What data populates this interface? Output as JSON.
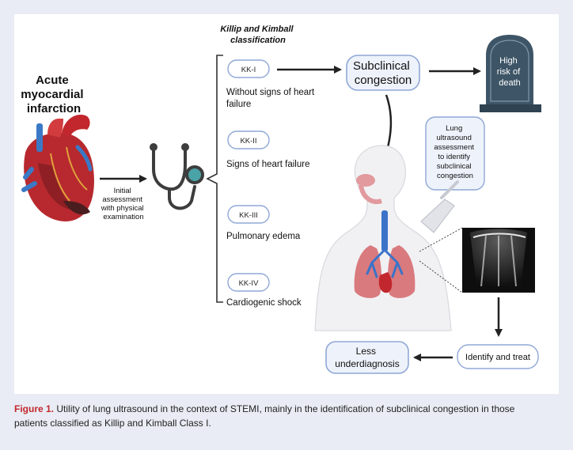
{
  "figure": {
    "heading": [
      "Acute",
      "myocardial",
      "infarction"
    ],
    "assessment_label": [
      "Initial",
      "assessment",
      "with physical",
      "examination"
    ],
    "classification_title": [
      "Killip and Kimball",
      "classification"
    ],
    "classes": [
      {
        "badge": "KK-I",
        "desc": [
          "Without signs of heart",
          "failure"
        ]
      },
      {
        "badge": "KK-II",
        "desc": [
          "Signs of heart failure"
        ]
      },
      {
        "badge": "KK-III",
        "desc": [
          "Pulmonary edema"
        ]
      },
      {
        "badge": "KK-IV",
        "desc": [
          "Cardiogenic shock"
        ]
      }
    ],
    "subclinical": [
      "Subclinical",
      "congestion"
    ],
    "tombstone": [
      "High",
      "risk of",
      "death"
    ],
    "lus_note": [
      "Lung",
      "ultrasound",
      "assessment",
      "to identify",
      "subclinical",
      "congestion"
    ],
    "identify_treat": "Identify and treat",
    "less_under": [
      "Less",
      "underdiagnosis"
    ]
  },
  "caption": {
    "label": "Figure 1.",
    "line1": "Utility of lung ultrasound in the context of STEMI, mainly in the identification of subclinical congestion in those",
    "line2": "patients classified as Killip and Kimball Class I."
  },
  "colors": {
    "page_bg": "#e9ecf4",
    "accent_red": "#c2272d",
    "box_border": "#8fa8d6",
    "box_fill": "#eef2fb",
    "stone": "#3d5566",
    "lung": "#d97a7e",
    "trachea": "#3b73c9"
  }
}
